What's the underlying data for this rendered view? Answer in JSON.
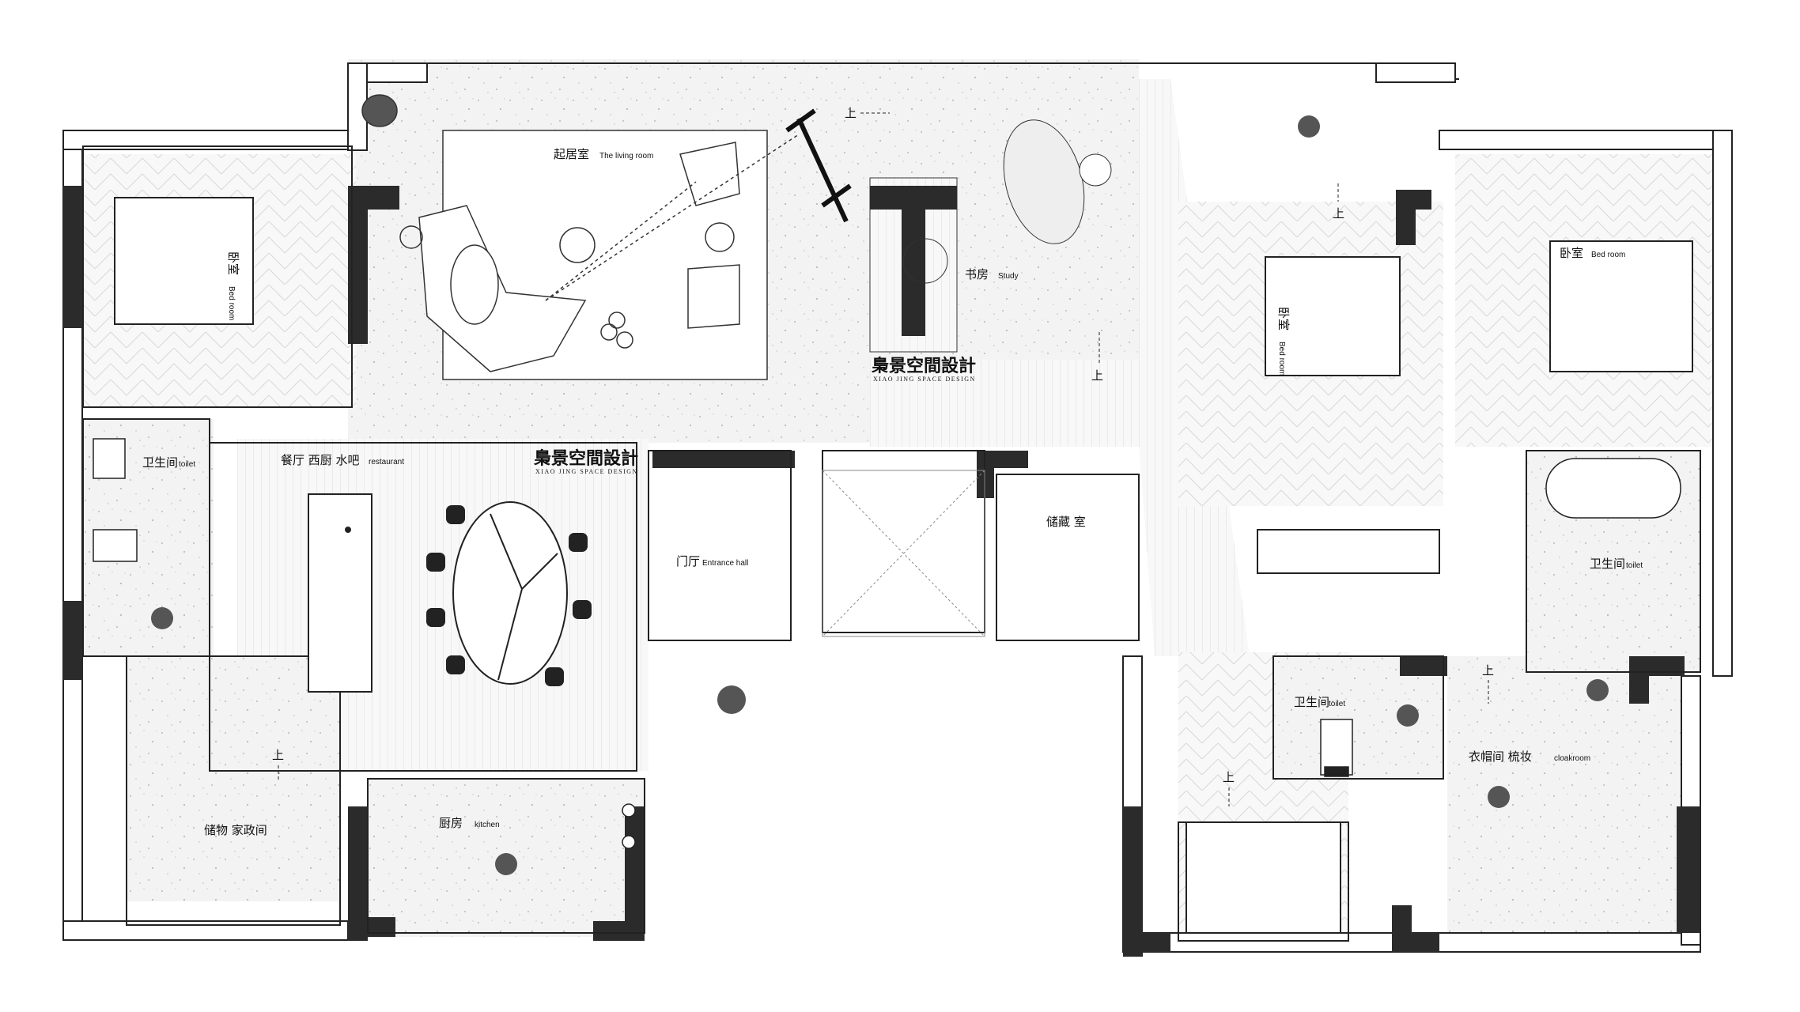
{
  "colors": {
    "wall": "#2b2b2b",
    "floor_terrazzo": "#f2f2f2",
    "floor_wood": "#f7f7f7",
    "line": "#333333"
  },
  "rooms": {
    "living": {
      "cn": "起居室",
      "en": "The living room"
    },
    "study": {
      "cn": "书房",
      "en": "Study"
    },
    "bedroom_nw": {
      "cn": "卧室",
      "en": "Bed room"
    },
    "bedroom_center": {
      "cn": "卧室",
      "en": "Bed room"
    },
    "bedroom_ne": {
      "cn": "卧室",
      "en": "Bed room"
    },
    "toilet_w": {
      "cn": "卫生间",
      "en": "toilet"
    },
    "toilet_e": {
      "cn": "卫生间",
      "en": "toilet"
    },
    "toilet_s": {
      "cn": "卫生间",
      "en": "toilet"
    },
    "restaurant": {
      "cn": "餐厅  西厨  水吧",
      "en": "restaurant"
    },
    "entrance": {
      "cn": "门厅",
      "en": "Entrance hall"
    },
    "storage": {
      "cn": "储藏 室",
      "en": ""
    },
    "utility": {
      "cn": "储物 家政间",
      "en": ""
    },
    "kitchen": {
      "cn": "厨房",
      "en": "kitchen"
    },
    "cloakroom": {
      "cn": "衣帽间 梳妆",
      "en": "cloakroom"
    }
  },
  "watermark": {
    "cn": "梟景空間設計",
    "en": "XIAO JING SPACE DESIGN"
  },
  "stairs_label": "上"
}
